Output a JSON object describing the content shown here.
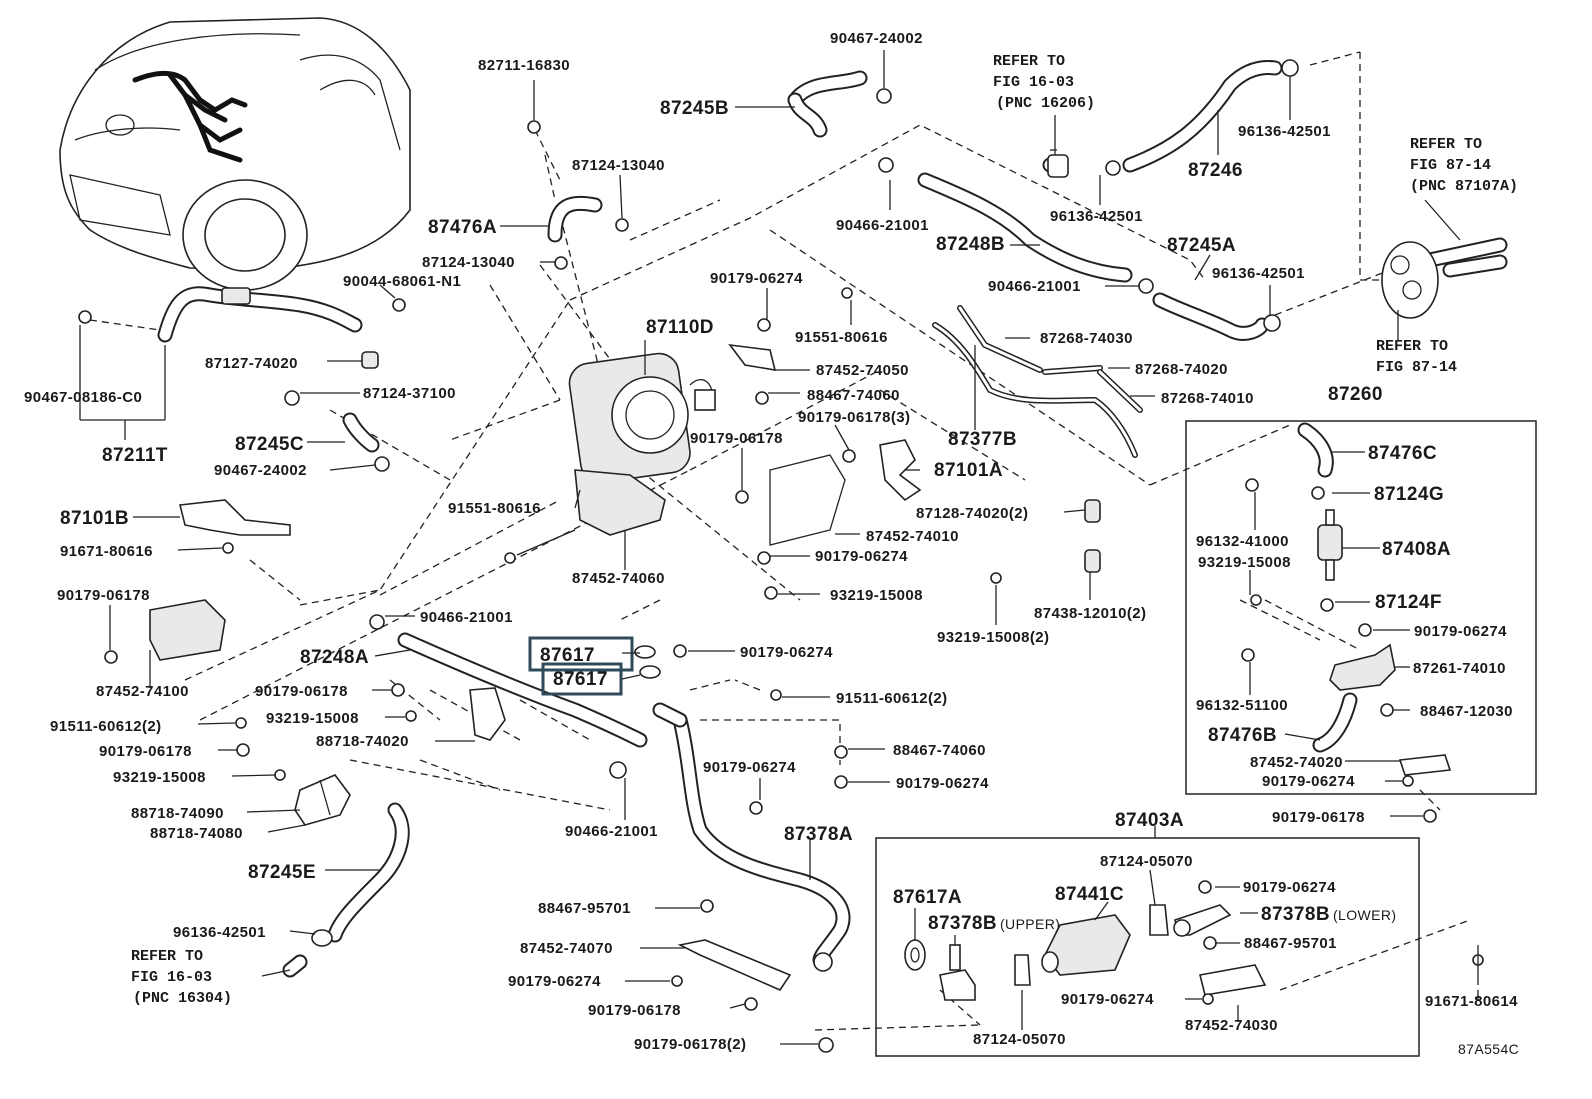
{
  "diagram_id": "87A554C",
  "parts": {
    "p82711": "82711-16830",
    "p90467a": "90467-24002",
    "p87245B": "87245B",
    "p87124_13040a": "87124-13040",
    "p87476A": "87476A",
    "p87124_13040b": "87124-13040",
    "p90044": "90044-68061-N1",
    "p90467_08186": "90467-08186-C0",
    "p87127": "87127-74020",
    "p87211T": "87211T",
    "p87124_37100": "87124-37100",
    "p87245C": "87245C",
    "p90467b": "90467-24002",
    "p87101B": "87101B",
    "p91671a": "91671-80616",
    "p90179_06178a": "90179-06178",
    "p87452_74100": "87452-74100",
    "p91511_60612a": "91511-60612(2)",
    "p90179_06178b": "90179-06178",
    "p93219a": "93219-15008",
    "p88718_74090": "88718-74090",
    "p88718_74080": "88718-74080",
    "p87245E": "87245E",
    "p96136d": "96136-42501",
    "p90466a": "90466-21001",
    "p87248A": "87248A",
    "p90179_06178c": "90179-06178",
    "p93219b": "93219-15008",
    "p88718_74020": "88718-74020",
    "p87617a": "87617",
    "p87617b": "87617",
    "p90466b": "90466-21001",
    "p91551_80616a": "91551-80616",
    "p87452_74060": "87452-74060",
    "p87110D": "87110D",
    "p90179_06274a": "90179-06274",
    "p91551_80616b": "91551-80616",
    "p87452_74050": "87452-74050",
    "p88467_74060a": "88467-74060",
    "p90179_06178_3": "90179-06178(3)",
    "p90179_06178d": "90179-06178",
    "p87101A": "87101A",
    "p87452_74010": "87452-74010",
    "p90179_06274b": "90179-06274",
    "p93219c": "93219-15008",
    "p90179_06274c": "90179-06274",
    "p91511_60612b": "91511-60612(2)",
    "p88467_74060b": "88467-74060",
    "p90179_06274d": "90179-06274",
    "p90179_06274e": "90179-06274",
    "p87378A": "87378A",
    "p88467_95701a": "88467-95701",
    "p87452_74070": "87452-74070",
    "p90179_06274f": "90179-06274",
    "p90179_06178e": "90179-06178",
    "p90179_06178_2": "90179-06178(2)",
    "p90466c": "90466-21001",
    "p87248B": "87248B",
    "p90466d": "90466-21001",
    "p96136a": "96136-42501",
    "p87246": "87246",
    "p96136b": "96136-42501",
    "p87245A": "87245A",
    "p96136c": "96136-42501",
    "p87268_74030": "87268-74030",
    "p87268_74020": "87268-74020",
    "p87268_74010": "87268-74010",
    "p87377B": "87377B",
    "p87128": "87128-74020(2)",
    "p93219d": "93219-15008(2)",
    "p87438": "87438-12010(2)",
    "p87260": "87260",
    "p87476C": "87476C",
    "p87124G": "87124G",
    "p96132_41000": "96132-41000",
    "p87408A": "87408A",
    "p93219e": "93219-15008",
    "p87124F": "87124F",
    "p90179_06274g": "90179-06274",
    "p87261": "87261-74010",
    "p96132_51100": "96132-51100",
    "p88467_12030": "88467-12030",
    "p87476B": "87476B",
    "p87452_74020": "87452-74020",
    "p90179_06274h": "90179-06274",
    "p90179_06178f": "90179-06178",
    "p87403A": "87403A",
    "p87124_05070a": "87124-05070",
    "p90179_06274i": "90179-06274",
    "p87617A": "87617A",
    "p87441C": "87441C",
    "p87378B_up": "87378B",
    "upper": "(UPPER)",
    "p87378B_lo": "87378B",
    "lower": "(LOWER)",
    "p88467_95701b": "88467-95701",
    "p90179_06274j": "90179-06274",
    "p87124_05070b": "87124-05070",
    "p87452_74030": "87452-74030",
    "p91671b": "91671-80614"
  },
  "refs": {
    "r1": [
      "REFER TO",
      "FIG 16-03",
      "(PNC 16206)"
    ],
    "r2": [
      "REFER TO",
      "FIG 87-14",
      "(PNC 87107A)"
    ],
    "r3": [
      "REFER TO",
      "FIG 87-14"
    ],
    "r4": [
      "REFER TO",
      "FIG 16-03",
      "(PNC 16304)"
    ]
  }
}
